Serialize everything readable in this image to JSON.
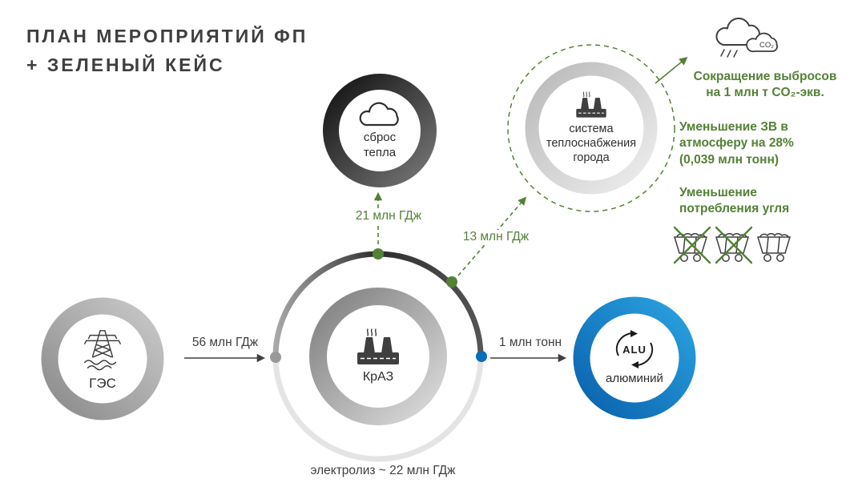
{
  "title": {
    "text": "ПЛАН МЕРОПРИЯТИЙ ФП\n+ ЗЕЛЕНЫЙ КЕЙС"
  },
  "nodes": {
    "ges": {
      "label": "ГЭС",
      "icon": "transmission-tower-icon"
    },
    "kraz": {
      "label": "КрАЗ",
      "icon": "factory-icon"
    },
    "heat_dump": {
      "label": "сброс\nтепла",
      "icon": "cloud-icon"
    },
    "city_heat": {
      "label": "система\nтеплоснабжения\nгорода",
      "icon": "factory-icon"
    },
    "aluminum": {
      "label": "алюминий",
      "icon": "recycle-arrows-icon",
      "icon_text": "ALU"
    }
  },
  "flows": {
    "ges_to_kraz": "56 млн ГДж",
    "kraz_to_heat_dump": "21 млн ГДж",
    "kraz_to_city_heat": "13 млн ГДж",
    "kraz_to_aluminum": "1 млн тонн",
    "electrolysis": "электролиз ~ 22 млн ГДж"
  },
  "benefits": [
    {
      "text": "Сокращение выбросов\nна 1 млн т CO₂-экв."
    },
    {
      "text": "Уменьшение ЗВ в\nатмосферу на 28%\n(0,039 млн тонн)"
    },
    {
      "text": "Уменьшение\nпотребления угля"
    }
  ],
  "emissions_cloud": {
    "label": "CO₂",
    "icon": "co2-cloud-icon"
  },
  "coal_carts": {
    "icon": "mine-cart-icon",
    "count": 3,
    "crossed_out": 2
  },
  "colors": {
    "green": "#538135",
    "blue": "#0b6cba",
    "dark_text": "#3f3f3f"
  }
}
